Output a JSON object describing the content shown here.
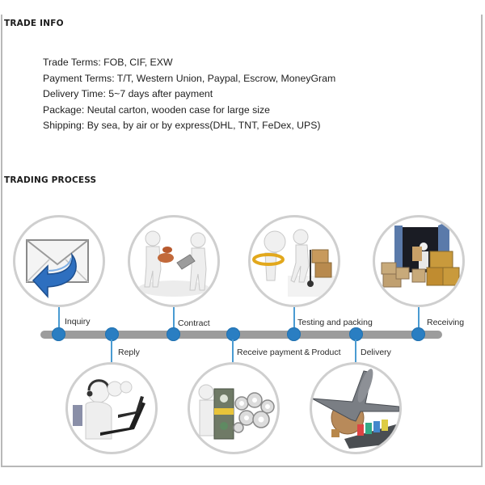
{
  "trade_info": {
    "title": "TRADE INFO",
    "lines": [
      "Trade Terms: FOB, CIF, EXW",
      "Payment Terms: T/T, Western Union, Paypal, Escrow, MoneyGram",
      "Delivery Time: 5~7 days after payment",
      "Package: Neutal carton, wooden case for large size",
      "Shipping: By sea, by air or by express(DHL, TNT, FeDex, UPS)"
    ]
  },
  "trading_process": {
    "title": "TRADING PROCESS",
    "steps": [
      {
        "label": "Inquiry",
        "illustration": "envelope-reply-icon",
        "position": "above"
      },
      {
        "label": "Reply",
        "illustration": "call-center-agents-icon",
        "position": "below"
      },
      {
        "label": "Contract",
        "illustration": "signing-stamp-icon",
        "position": "above"
      },
      {
        "label": "Receive payment & Product",
        "illustration": "money-gears-icon",
        "position": "below"
      },
      {
        "label": "Testing and packing",
        "illustration": "inspection-handtruck-icon",
        "position": "above"
      },
      {
        "label": "Delivery",
        "illustration": "plane-globe-ship-icon",
        "position": "below"
      },
      {
        "label": "Receiving",
        "illustration": "container-boxes-icon",
        "position": "above"
      }
    ]
  },
  "colors": {
    "timeline_bar": "#9c9c9c",
    "timeline_dot": "#2a7ec2",
    "connector": "#4a9bd2",
    "circle_border": "#cfcfcf"
  }
}
